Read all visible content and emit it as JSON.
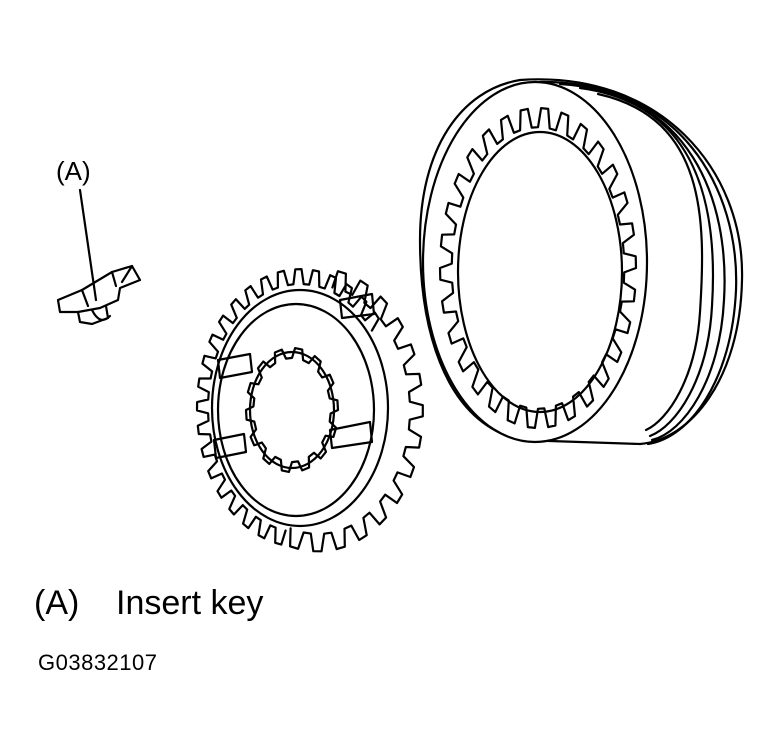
{
  "callout_label": "(A)",
  "legend": [
    {
      "key": "(A)",
      "text": "Insert key"
    }
  ],
  "figure_id": "G03832107",
  "colors": {
    "line": "#000000",
    "background": "#ffffff"
  }
}
